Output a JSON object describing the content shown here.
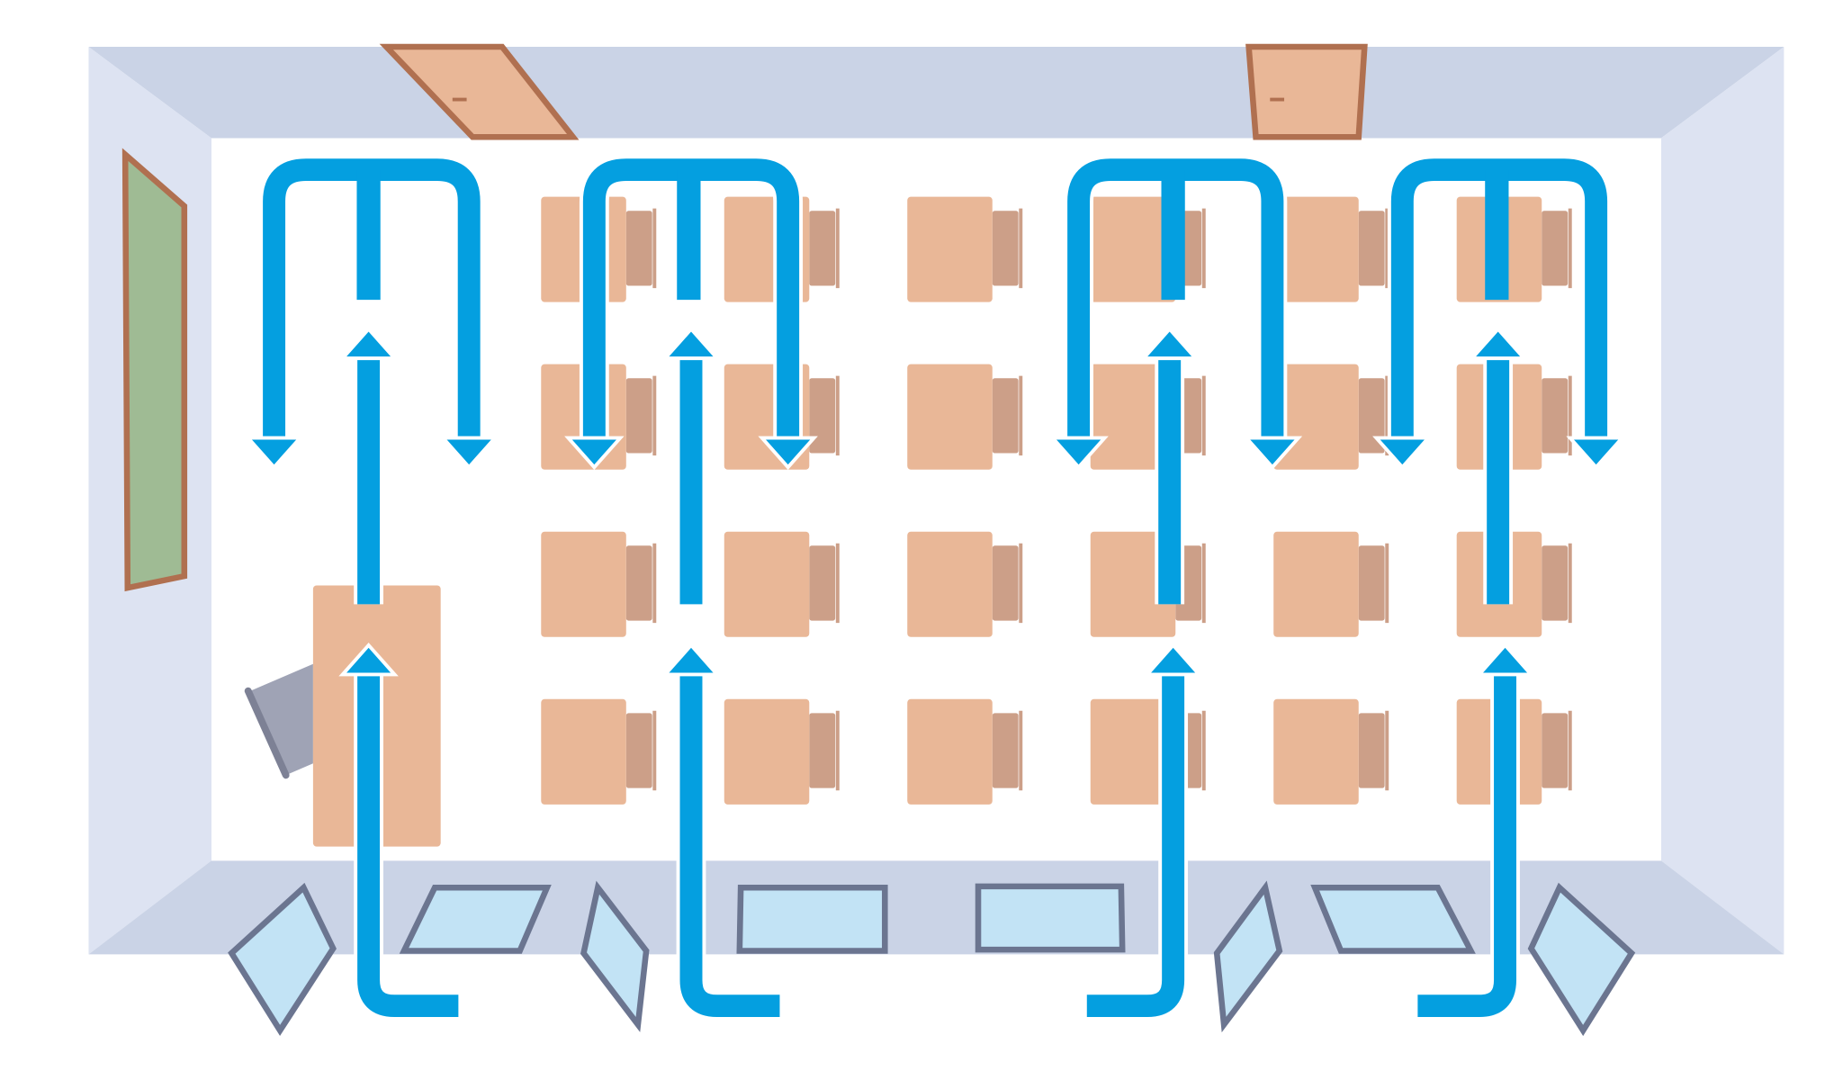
{
  "diagram": {
    "subject": "classroom-airflow",
    "desk_columns": 6,
    "desk_rows": 4,
    "colors": {
      "wall_top_bottom": "#cad3e6",
      "wall_side": "#dde3f2",
      "floor": "#ffffff",
      "door": "#e9b797",
      "door_frame": "#b07050",
      "blackboard": "#9fbb94",
      "desk": "#e9b797",
      "chair": "#cc9f88",
      "teacher_chair": "#9fa3b5",
      "window_glass": "#c2e3f5",
      "window_frame": "#6b7590",
      "airflow": "#049fe0"
    }
  }
}
